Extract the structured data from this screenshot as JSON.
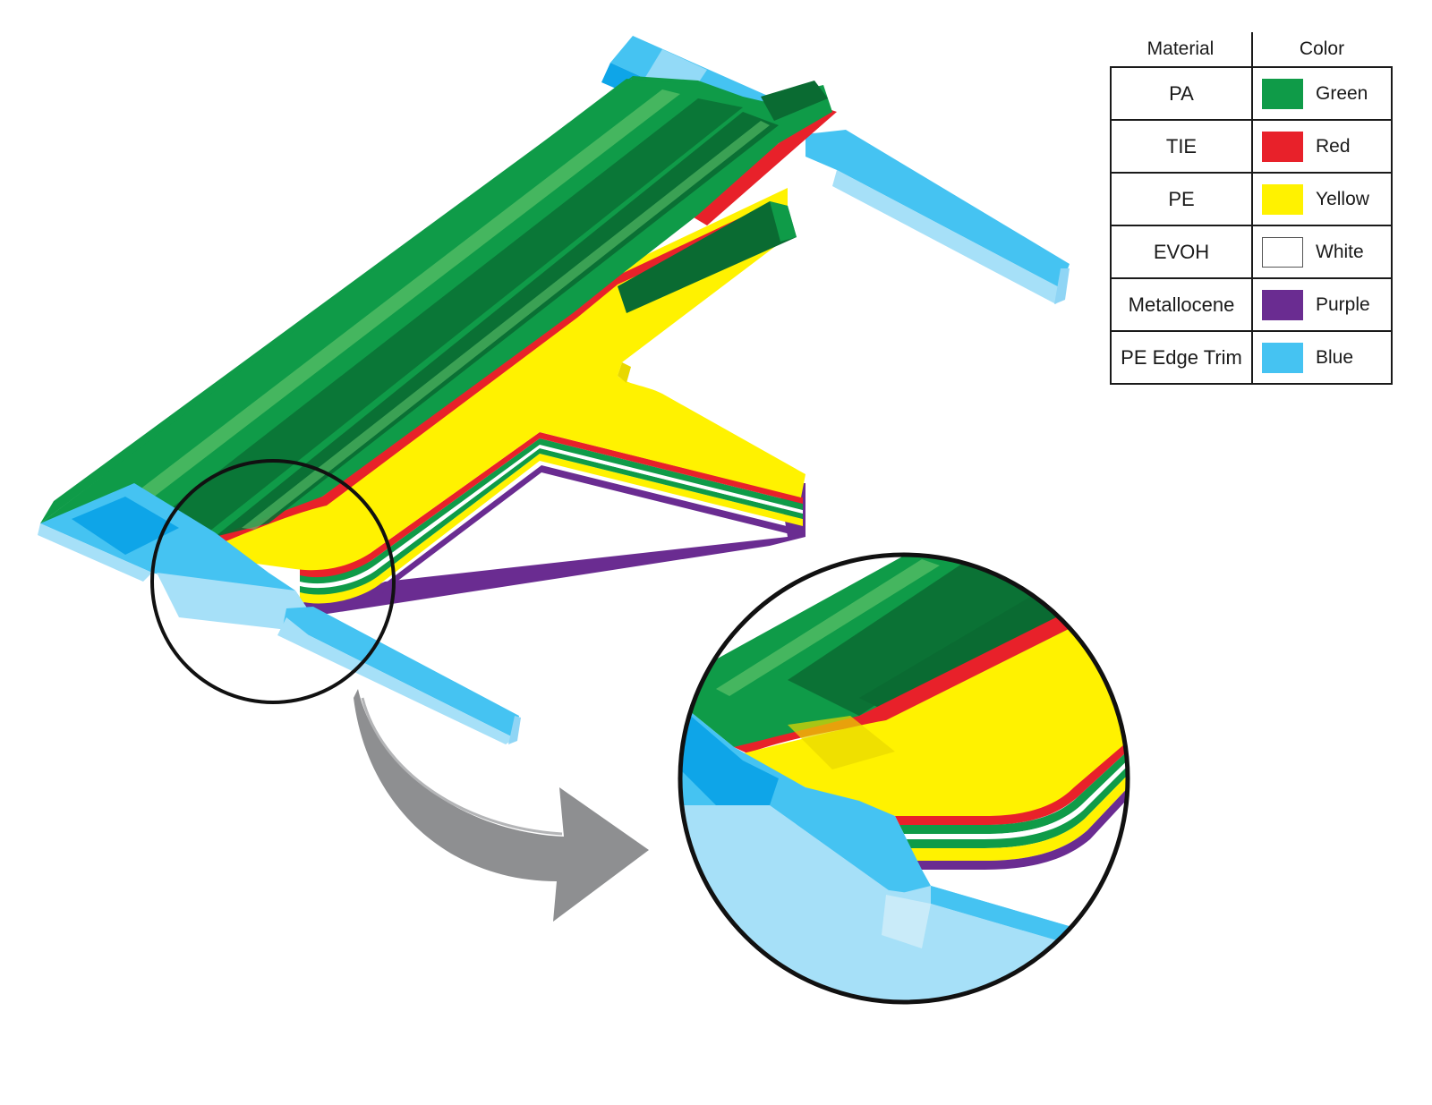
{
  "legend": {
    "header": {
      "material": "Material",
      "color": "Color"
    },
    "rows": [
      {
        "material": "PA",
        "color_name": "Green",
        "swatch": "#0f9b48",
        "outlined": false
      },
      {
        "material": "TIE",
        "color_name": "Red",
        "swatch": "#e8212a",
        "outlined": false
      },
      {
        "material": "PE",
        "color_name": "Yellow",
        "swatch": "#fff200",
        "outlined": false
      },
      {
        "material": "EVOH",
        "color_name": "White",
        "swatch": "#ffffff",
        "outlined": true
      },
      {
        "material": "Metallocene",
        "color_name": "Purple",
        "swatch": "#6a2c91",
        "outlined": false
      },
      {
        "material": "PE Edge Trim",
        "color_name": "Blue",
        "swatch": "#45c3f2",
        "outlined": false
      }
    ]
  },
  "colors": {
    "green": "#0f9b48",
    "green_dark": "#0a6b32",
    "green_light": "#5cc26a",
    "red": "#e8212a",
    "yellow": "#fff200",
    "yellow_dark": "#e8d800",
    "white": "#ffffff",
    "purple": "#6a2c91",
    "blue": "#45c3f2",
    "blue_light": "#a6e0f8",
    "blue_dark": "#0ea5e8",
    "arrow": "#8e8f91"
  }
}
